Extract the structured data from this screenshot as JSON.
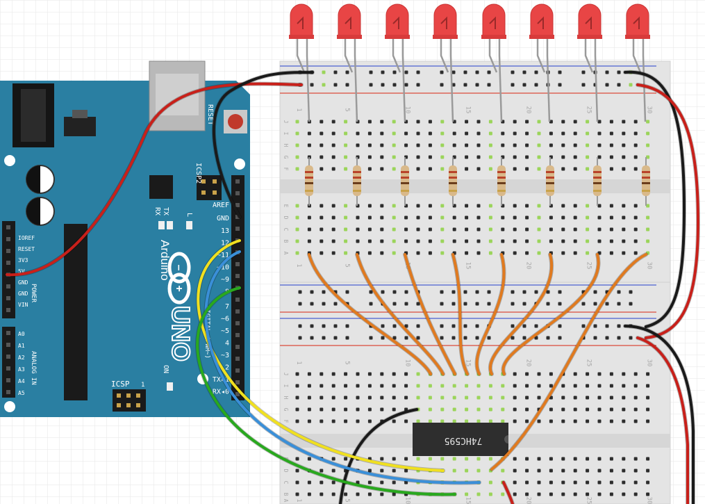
{
  "colors": {
    "grid": "#e8e8e8",
    "board": "#2a7fa2",
    "board_dark": "#1e6584",
    "breadboard": "#e3e3e3",
    "hole": "#2d2d2d",
    "hole_active": "#9bd45a",
    "rail_red": "#d94a3a",
    "rail_blue": "#4a5fd0",
    "led": "#e84545",
    "led_lead": "#9a9a9a",
    "wire_orange": "#e07a1f",
    "wire_red": "#c8201a",
    "wire_black": "#1a1a1a",
    "wire_yellow": "#f0e020",
    "wire_blue": "#3a8fd8",
    "wire_green": "#29a81e",
    "chip": "#2e2e2e",
    "chip_text": "#e6e6e6"
  },
  "arduino": {
    "brand": "Arduino",
    "model": "UNO",
    "reset": "RESET",
    "icsp2": "ICSP2",
    "icsp": "ICSP",
    "icsp_pin1": "1",
    "aref": "AREF",
    "gnd": "GND",
    "tx": "TX",
    "rx": "RX",
    "led_l": "L",
    "on": "ON",
    "digital_pins": [
      "13",
      "12",
      "~11",
      "~10",
      "~9",
      "8",
      "7",
      "~6",
      "~5",
      "4",
      "~3",
      "2",
      "TX▸1",
      "RX◂0"
    ],
    "power_pins": [
      "IOREF",
      "RESET",
      "3V3",
      "5V",
      "GND",
      "GND",
      "VIN"
    ],
    "power_label": "POWER",
    "analog_pins": [
      "A0",
      "A1",
      "A2",
      "A3",
      "A4",
      "A5"
    ],
    "analog_label": "ANALOG IN",
    "digital_label": "DIGITAL (PWM~)"
  },
  "breadboard": {
    "col_labels": [
      "1",
      "5",
      "10",
      "15",
      "20",
      "25",
      "30"
    ],
    "row_labels_top": [
      "J",
      "I",
      "H",
      "G",
      "F"
    ],
    "row_labels_bottom": [
      "E",
      "D",
      "C",
      "B",
      "A"
    ]
  },
  "chip": {
    "label": "74HC595"
  }
}
